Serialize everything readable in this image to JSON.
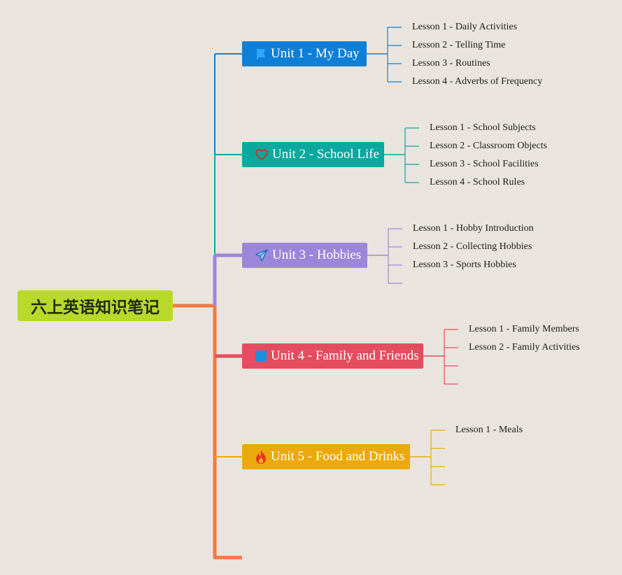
{
  "root": {
    "title": "六上英语知识笔记"
  },
  "units": [
    {
      "title": "Unit 1 - My Day",
      "color": "#0e7fd6",
      "icon": "flag-icon",
      "lessons": [
        "Lesson 1 - Daily Activities",
        "Lesson 2 - Telling Time",
        "Lesson 3 - Routines",
        "Lesson 4 - Adverbs of Frequency"
      ]
    },
    {
      "title": "Unit 2 - School Life",
      "color": "#0aa89e",
      "icon": "heart-icon",
      "lessons": [
        "Lesson 1 - School Subjects",
        "Lesson 2 - Classroom Objects",
        "Lesson 3 - School Facilities",
        "Lesson 4 - School Rules"
      ]
    },
    {
      "title": "Unit 3 - Hobbies",
      "color": "#9b86d9",
      "icon": "paper-plane-icon",
      "lessons": [
        "Lesson 1 - Hobby Introduction",
        "Lesson 2 - Collecting Hobbies",
        "Lesson 3 - Sports Hobbies"
      ]
    },
    {
      "title": "Unit 4 - Family and Friends",
      "color": "#e44d5f",
      "icon": "blue-square-icon",
      "lessons": [
        "Lesson 1 - Family Members",
        "Lesson 2 - Family Activities"
      ]
    },
    {
      "title": "Unit 5 - Food and Drinks",
      "color": "#eba90c",
      "icon": "fire-icon",
      "lessons": [
        "Lesson 1 - Meals"
      ]
    }
  ],
  "trunk_color": "#ef7b45"
}
